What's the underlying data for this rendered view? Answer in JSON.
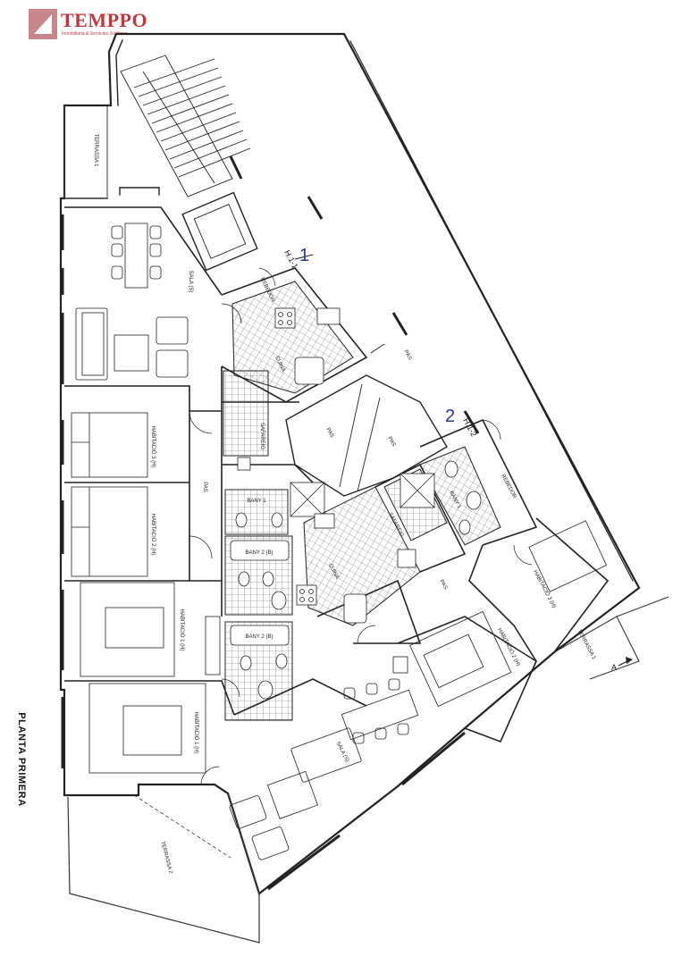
{
  "brand": {
    "name": "TEMPPO",
    "tagline": "Inmobiliaria & Servicios Jurídicos",
    "color": "#c0393f"
  },
  "plan_title": "PLANTA PRIMERA",
  "units": [
    {
      "id": "unit-1",
      "number": "1",
      "code": "H.1-1"
    },
    {
      "id": "unit-2",
      "number": "2",
      "code": "H.1-2"
    }
  ],
  "rooms": {
    "terrassa_1_left": "TERRASSA 1",
    "terrassa_2": "TERRASSA 2",
    "terrassa_1_right": "TERRASSA 1",
    "sala_1": "SALA (S)",
    "sala_2": "SALA (S)",
    "rebedor_1": "REBEDOR",
    "rebedor_2": "REBEDOR",
    "cuina_1": "CUINA",
    "cuina_2": "CUINA",
    "safareig_1": "SAFAREIG",
    "safareig_2": "SAFAREIG",
    "pas_1": "PAS",
    "pas_2": "PAS",
    "pas_3": "PAS",
    "pas_4": "PAS",
    "pas_5": "PAS",
    "bany_1": "BANY 1",
    "bany_1b": "BANY 1",
    "bany_2a": "BANY 2 (B)",
    "bany_2b": "BANY 2 (B)",
    "hab3_left": "HABITACIÓ 3 (H)",
    "hab2_left": "HABITACIÓ 2 (H)",
    "hab1_left": "HABITACIÓ 1 (H)",
    "hab1_bottom": "HABITACIÓ 1 (H)",
    "hab2_right": "HABITACIÓ 2 (H)",
    "hab3_right": "HABITACIÓ 3 (H)"
  },
  "section_marker": "A",
  "line_color": "#222222",
  "tile_color": "#555555"
}
